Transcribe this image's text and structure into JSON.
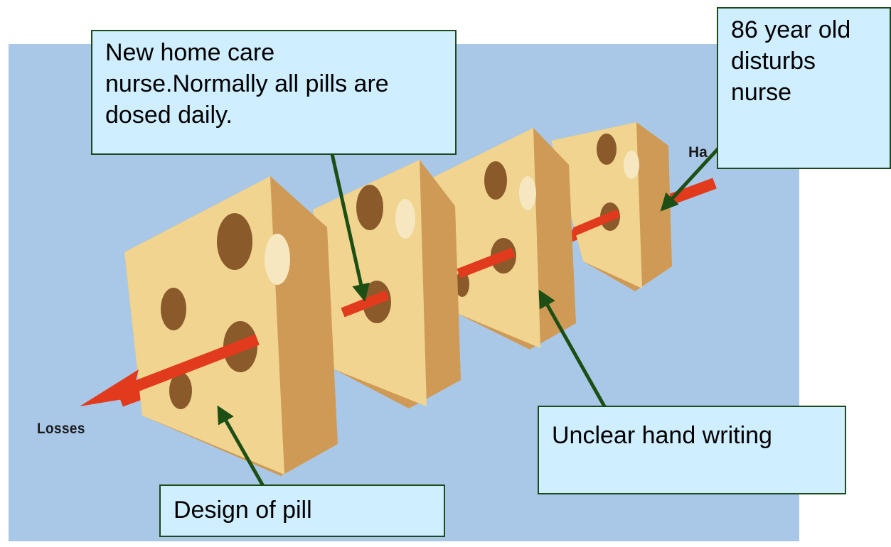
{
  "labels": {
    "losses": "Losses",
    "hazards_partial": "Ha"
  },
  "callouts": {
    "nurse": "New home care nurse.Normally all pills are dosed daily.",
    "patient": "86 year old disturbs nurse",
    "handwriting": "Unclear hand writing",
    "pill_design": "Design of pill"
  },
  "colors": {
    "background_panel": "#a9c8e8",
    "cheese_face": "#f0d48f",
    "cheese_side": "#cf9a55",
    "hazard_arrow": "#e23a1c",
    "pointer_arrow": "#1d4e14",
    "callout_fill": "#cfeeff"
  }
}
